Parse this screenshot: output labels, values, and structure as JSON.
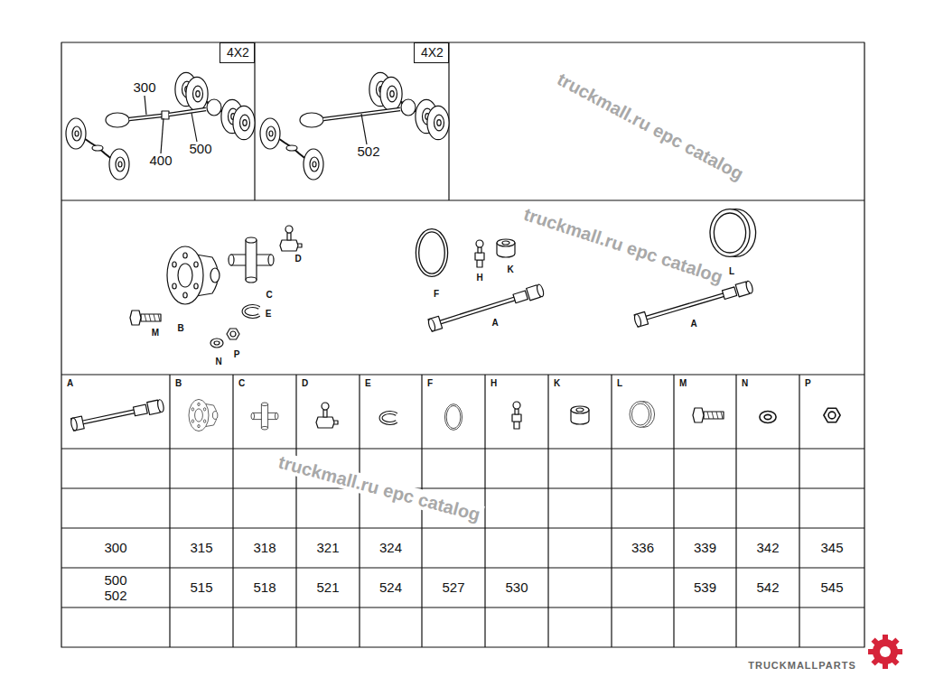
{
  "diagram": {
    "nodes": [
      {
        "text": [
          "4X2"
        ]
      },
      {
        "text": [
          "4X2"
        ]
      }
    ],
    "labels": [
      "300",
      "400",
      "500",
      "502",
      "D",
      "C",
      "E",
      "M",
      "B",
      "N",
      "P",
      "F",
      "H",
      "K",
      "A",
      "L",
      "A",
      "A",
      "B",
      "C",
      "D",
      "E",
      "F",
      "H",
      "K",
      "L",
      "M",
      "N",
      "P",
      "300",
      "315",
      "318",
      "321",
      "324",
      "336",
      "339",
      "342",
      "345",
      "500 502",
      "515",
      "518",
      "521",
      "524",
      "527",
      "530",
      "539",
      "542",
      "545",
      "truckmall.ru epc catalog",
      "truckmall.ru epc catalog",
      "truckmall.ru epc catalog",
      "TRUCKMALLPARTS"
    ]
  }
}
